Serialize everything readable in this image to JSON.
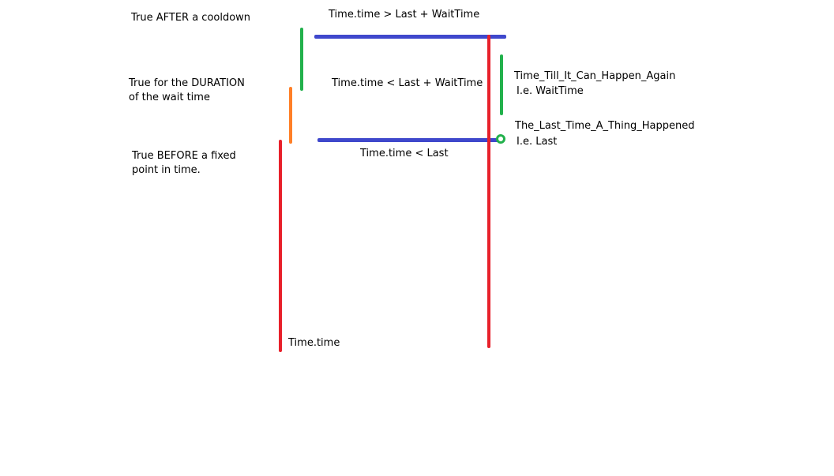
{
  "colors": {
    "red": "#e8202a",
    "blue": "#3f48cc",
    "green": "#22b14c",
    "orange": "#ff7f27"
  },
  "conditions": {
    "after_cooldown": "True AFTER a cooldown",
    "duration_line1": "True for the DURATION",
    "duration_line2": "of the wait time",
    "before_line1": "True BEFORE a fixed",
    "before_line2": "point in time."
  },
  "expressions": {
    "greater": "Time.time > Last + WaitTime",
    "less_wait": "Time.time < Last + WaitTime",
    "less_last": "Time.time < Last"
  },
  "annotations": {
    "time_till": "Time_Till_It_Can_Happen_Again",
    "time_till_ie": "I.e. WaitTime",
    "last_time": "The_Last_Time_A_Thing_Happened",
    "last_time_ie": "I.e. Last"
  },
  "axis": {
    "time_label": "Time.time"
  }
}
